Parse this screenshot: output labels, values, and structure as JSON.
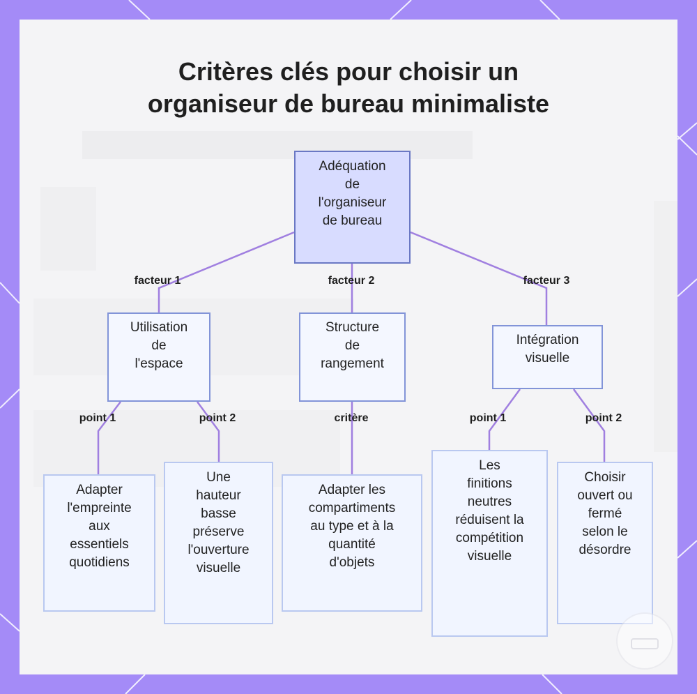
{
  "title_lines": [
    "Critères clés pour choisir un",
    "organiseur de bureau minimaliste"
  ],
  "colors": {
    "frame": "#a48bf7",
    "edge": "#a07fe0",
    "root_fill": "#d8dcff",
    "node_fill": "#f3f6ff"
  },
  "nodes": {
    "root": [
      "Adéquation",
      "de",
      "l'organiseur",
      "de bureau"
    ],
    "space": [
      "Utilisation",
      "de",
      "l'espace"
    ],
    "storage": [
      "Structure",
      "de",
      "rangement"
    ],
    "visual": [
      "Intégration",
      "visuelle"
    ],
    "leaf_footprint": [
      "Adapter",
      "l'empreinte",
      "aux",
      "essentiels",
      "quotidiens"
    ],
    "leaf_height": [
      "Une",
      "hauteur",
      "basse",
      "préserve",
      "l'ouverture",
      "visuelle"
    ],
    "leaf_compartments": [
      "Adapter les",
      "compartiments",
      "au type et à la",
      "quantité",
      "d'objets"
    ],
    "leaf_finishes": [
      "Les",
      "finitions",
      "neutres",
      "réduisent la",
      "compétition",
      "visuelle"
    ],
    "leaf_open_closed": [
      "Choisir",
      "ouvert ou",
      "fermé",
      "selon le",
      "désordre"
    ]
  },
  "edge_labels": {
    "f1": "facteur 1",
    "f2": "facteur 2",
    "f3": "facteur 3",
    "p1a": "point 1",
    "p2a": "point 2",
    "crit": "critère",
    "p1b": "point 1",
    "p2b": "point 2"
  }
}
